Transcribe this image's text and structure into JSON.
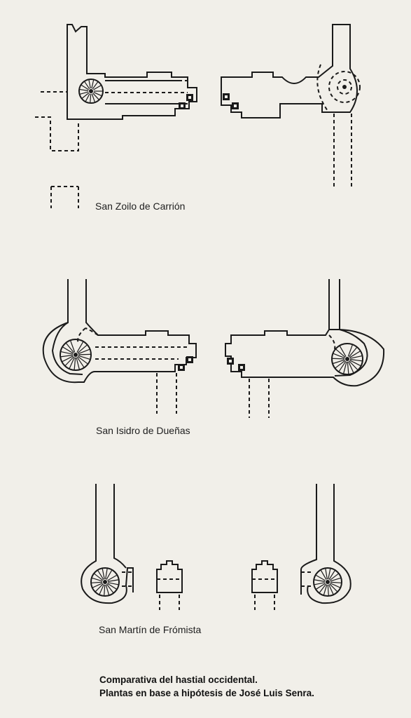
{
  "captions": {
    "carrion": "San Zoilo de Carrión",
    "duenas": "San Isidro de Dueñas",
    "fromista": "San Martín de Frómista"
  },
  "footer": {
    "line1": "Comparativa del hastial occidental.",
    "line2": "Plantas en base a hipótesis de José Luis Senra."
  }
}
